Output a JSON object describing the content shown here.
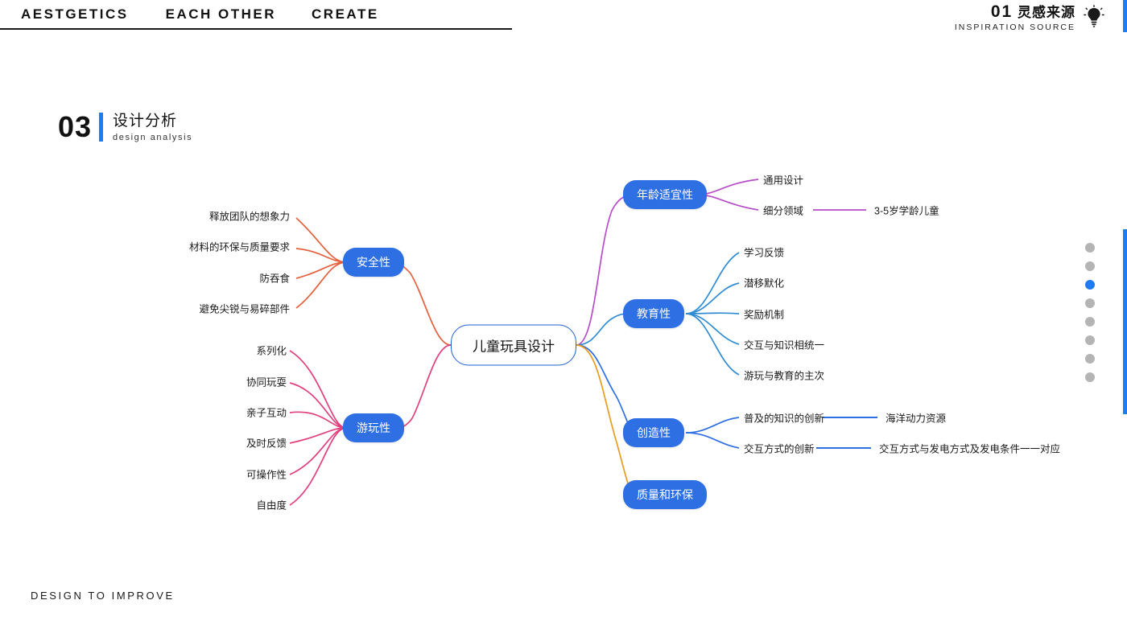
{
  "header": {
    "words": [
      "AESTGETICS",
      "EACH OTHER",
      "CREATE"
    ],
    "right_number": "01",
    "right_cn": "灵感来源",
    "right_en": "INSPIRATION SOURCE",
    "bulb_icon": "lightbulb-icon"
  },
  "section": {
    "number": "03",
    "title_cn": "设计分析",
    "title_en": "design analysis"
  },
  "footer": {
    "text": "DESIGN TO IMPROVE"
  },
  "pagination": {
    "total": 8,
    "active_index": 2
  },
  "colors": {
    "accent": "#1f7bf4",
    "node_blue": "#2f6fe4",
    "branch_safety": "#e4603c",
    "branch_play": "#e0407f",
    "branch_age": "#b64cc8",
    "branch_education": "#2f8bd4",
    "branch_creative": "#2f6fe4",
    "branch_quality": "#e89b21"
  },
  "mindmap": {
    "root": "儿童玩具设计",
    "branches": [
      {
        "id": "safety",
        "label": "安全性",
        "side": "left",
        "color": "#e4603c",
        "leaves": [
          "释放团队的想象力",
          "材料的环保与质量要求",
          "防吞食",
          "避免尖锐与易碎部件"
        ]
      },
      {
        "id": "play",
        "label": "游玩性",
        "side": "left",
        "color": "#e0407f",
        "leaves": [
          "系列化",
          "协同玩耍",
          "亲子互动",
          "及时反馈",
          "可操作性",
          "自由度"
        ]
      },
      {
        "id": "age",
        "label": "年龄适宜性",
        "side": "right",
        "color": "#b64cc8",
        "leaves": [
          "通用设计",
          "细分领域"
        ],
        "sub": [
          {
            "parent": "细分领域",
            "label": "3-5岁学龄儿童"
          }
        ]
      },
      {
        "id": "education",
        "label": "教育性",
        "side": "right",
        "color": "#2f8bd4",
        "leaves": [
          "学习反馈",
          "潜移默化",
          "奖励机制",
          "交互与知识相统一",
          "游玩与教育的主次"
        ]
      },
      {
        "id": "creative",
        "label": "创造性",
        "side": "right",
        "color": "#2f6fe4",
        "leaves": [
          "普及的知识的创新",
          "交互方式的创新"
        ],
        "sub": [
          {
            "parent": "普及的知识的创新",
            "label": "海洋动力资源"
          },
          {
            "parent": "交互方式的创新",
            "label": "交互方式与发电方式及发电条件一一对应"
          }
        ]
      },
      {
        "id": "quality",
        "label": "质量和环保",
        "side": "right",
        "color": "#e89b21",
        "leaves": []
      }
    ]
  }
}
